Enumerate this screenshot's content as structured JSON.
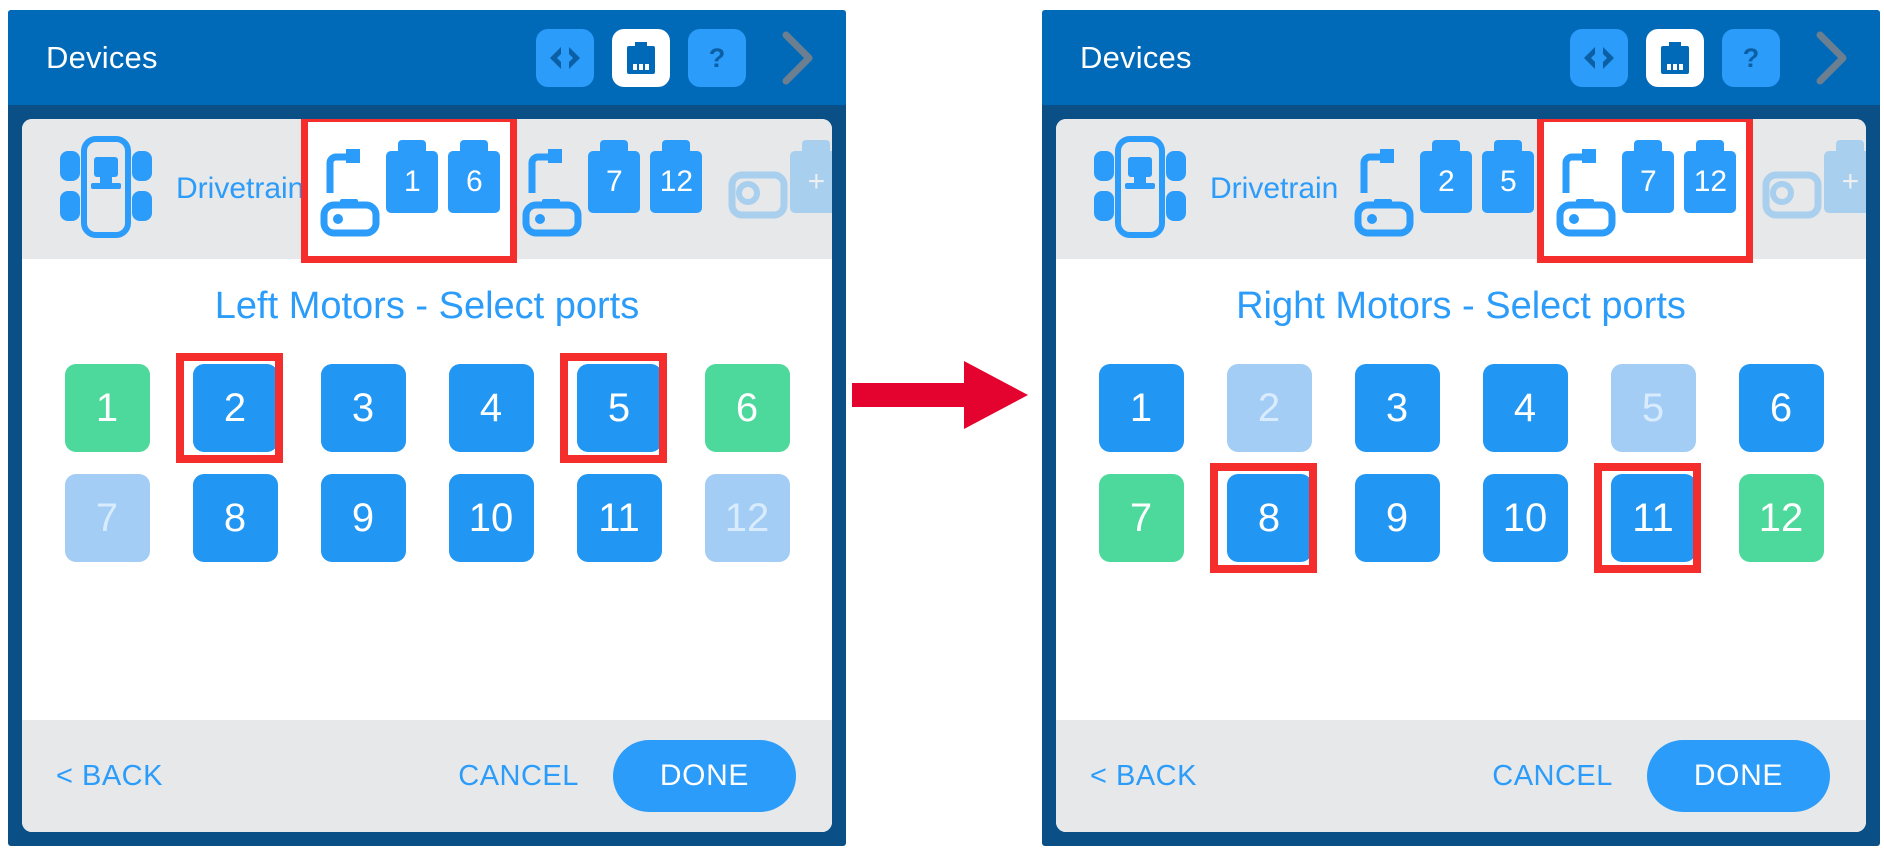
{
  "panels": [
    {
      "id": "left",
      "titlebar": {
        "title": "Devices",
        "icons": [
          {
            "name": "code-icon",
            "glyph": "<>",
            "active": false
          },
          {
            "name": "battery-icon",
            "glyph": "battery",
            "active": true
          },
          {
            "name": "help-icon",
            "glyph": "?",
            "active": false
          },
          {
            "name": "chevron-right-icon",
            "glyph": ">",
            "active": false
          }
        ]
      },
      "device_strip": {
        "brain_icon": "brain-icon",
        "label": "Drivetrain",
        "motor_groups": [
          {
            "name": "left-motor-group",
            "ports": [
              "1",
              "6"
            ],
            "selected": true
          },
          {
            "name": "right-motor-group",
            "ports": [
              "7",
              "12"
            ],
            "selected": false
          }
        ],
        "add_label": "+"
      },
      "body": {
        "title": "Left Motors - Select ports",
        "ports": [
          {
            "label": "1",
            "state": "green",
            "highlighted": false
          },
          {
            "label": "2",
            "state": "active",
            "highlighted": true
          },
          {
            "label": "3",
            "state": "active",
            "highlighted": false
          },
          {
            "label": "4",
            "state": "active",
            "highlighted": false
          },
          {
            "label": "5",
            "state": "active",
            "highlighted": true
          },
          {
            "label": "6",
            "state": "green",
            "highlighted": false
          },
          {
            "label": "7",
            "state": "disabled",
            "highlighted": false
          },
          {
            "label": "8",
            "state": "active",
            "highlighted": false
          },
          {
            "label": "9",
            "state": "active",
            "highlighted": false
          },
          {
            "label": "10",
            "state": "active",
            "highlighted": false
          },
          {
            "label": "11",
            "state": "active",
            "highlighted": false
          },
          {
            "label": "12",
            "state": "disabled",
            "highlighted": false
          }
        ]
      },
      "footer": {
        "back": "< BACK",
        "cancel": "CANCEL",
        "done": "DONE"
      }
    },
    {
      "id": "right",
      "titlebar": {
        "title": "Devices",
        "icons": [
          {
            "name": "code-icon",
            "glyph": "<>",
            "active": false
          },
          {
            "name": "battery-icon",
            "glyph": "battery",
            "active": true
          },
          {
            "name": "help-icon",
            "glyph": "?",
            "active": false
          },
          {
            "name": "chevron-right-icon",
            "glyph": ">",
            "active": false
          }
        ]
      },
      "device_strip": {
        "brain_icon": "brain-icon",
        "label": "Drivetrain",
        "motor_groups": [
          {
            "name": "left-motor-group",
            "ports": [
              "2",
              "5"
            ],
            "selected": false
          },
          {
            "name": "right-motor-group",
            "ports": [
              "7",
              "12"
            ],
            "selected": true
          }
        ],
        "add_label": "+"
      },
      "body": {
        "title": "Right Motors - Select ports",
        "ports": [
          {
            "label": "1",
            "state": "active",
            "highlighted": false
          },
          {
            "label": "2",
            "state": "disabled",
            "highlighted": false
          },
          {
            "label": "3",
            "state": "active",
            "highlighted": false
          },
          {
            "label": "4",
            "state": "active",
            "highlighted": false
          },
          {
            "label": "5",
            "state": "disabled",
            "highlighted": false
          },
          {
            "label": "6",
            "state": "active",
            "highlighted": false
          },
          {
            "label": "7",
            "state": "green",
            "highlighted": false
          },
          {
            "label": "8",
            "state": "active",
            "highlighted": true
          },
          {
            "label": "9",
            "state": "active",
            "highlighted": false
          },
          {
            "label": "10",
            "state": "active",
            "highlighted": false
          },
          {
            "label": "11",
            "state": "active",
            "highlighted": true
          },
          {
            "label": "12",
            "state": "green",
            "highlighted": false
          }
        ]
      },
      "footer": {
        "back": "< BACK",
        "cancel": "CANCEL",
        "done": "DONE"
      }
    }
  ],
  "annotations": {
    "flow_arrow": "red-right-arrow",
    "highlight_color": "#f52d2d"
  },
  "colors": {
    "titlebar_bg": "#0069b8",
    "device_bezel": "#0b4f87",
    "accent_blue": "#2b9cfa",
    "port_active": "#2196f3",
    "port_green": "#4cd99b",
    "port_disabled": "#a3cdf5",
    "strip_bg": "#e6e8ea",
    "highlight_red": "#f52d2d"
  }
}
